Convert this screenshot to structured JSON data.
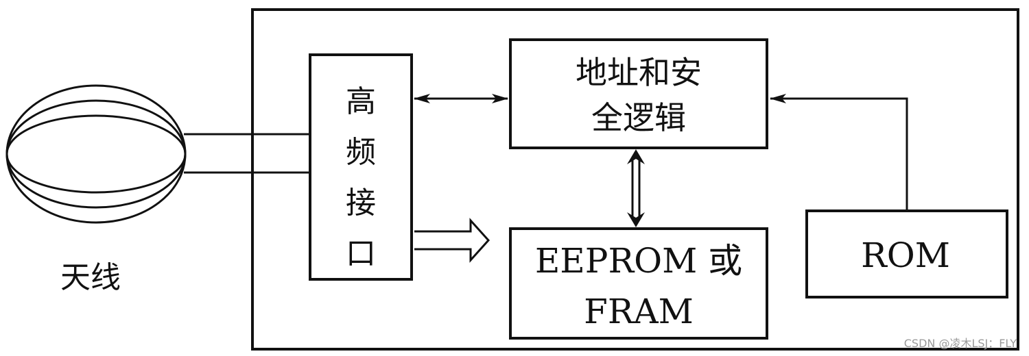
{
  "antenna": {
    "label": "天线"
  },
  "rf_interface": {
    "chars": [
      "高",
      "频",
      "接",
      "口"
    ]
  },
  "address_logic": {
    "line1": "地址和安",
    "line2": "全逻辑"
  },
  "memory": {
    "line1": "EEPROM 或",
    "line2": "FRAM"
  },
  "rom": {
    "label": "ROM"
  },
  "watermark": "CSDN @凌木LSJ：FLY"
}
